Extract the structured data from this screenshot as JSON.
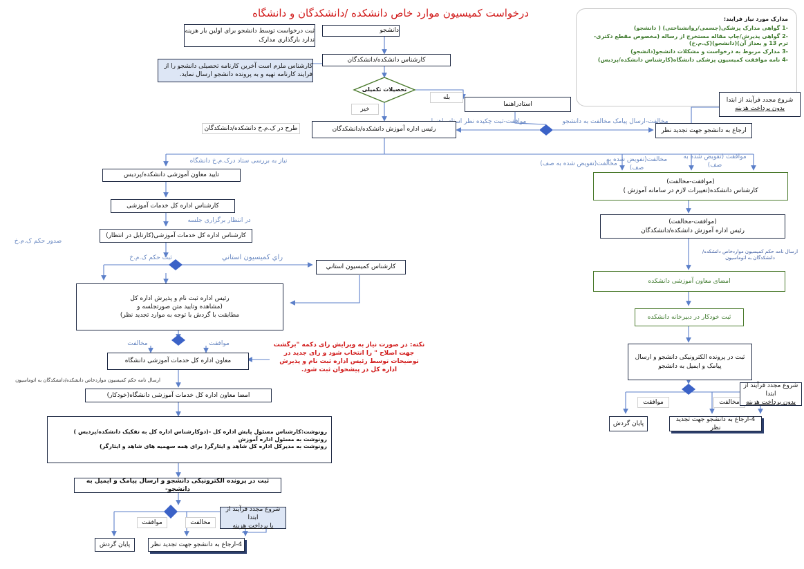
{
  "title": "درخواست کمیسیون موارد خاص دانشکده /دانشکدگان و دانشگاه",
  "colors": {
    "title": "#d11b1b",
    "flow_border": "#1f2a44",
    "green": "#3f7a2e",
    "label_blue": "#6a89c2",
    "diamond": "#3b62c7",
    "arrow": "#5b7fc9"
  },
  "docs_panel": {
    "heading": "مدارک مورد نیاز فرایند:",
    "items": [
      "-1    گواهی مدارک پزشکی(جسمی/روانشناختی) ( دانشجو)",
      "-2    گواهی پذیرش/چاپ مقاله مستخرج از رساله (مخصوص مقطع دکتری-ترم 13 و بعداز آن)(دانشجو)(ک.م.خ)",
      "-3    مدارک مربوط به درخواست و مشکلات دانشجو(دانشجو)",
      "-4    نامه موافقت کمیسیون پزشکی دانشگاه(کارشناس دانشکده/پردیس)"
    ]
  },
  "nodes": {
    "student": "دانشجو",
    "register_note": "ثبت درخواست توسط دانشجو برای اولین بار هزینه ندارد بارگذاری مدارک",
    "faculty_expert": "کارشناس دانشکده/دانشکدگان",
    "transcript_note": "کارشناس ملزم است آخرین کارنامه تحصیلی دانشجو را از فرایند کارنامه تهیه و به پرونده دانشجو ارسال نماید.",
    "grad_question": "تحصیلات تکمیلی",
    "yes": "بله",
    "no": "خیر",
    "advisor": "استادراهنما",
    "restart_fee": "شروع مجدد فرآیند از ابتدا",
    "no_fee": "بدون پرداخت هزینه",
    "with_fee": "با پرداخت هزینه",
    "advisor_action": "مخالفت-ارسال پیامک مخالفت  به دانشجو",
    "advisor_agree": "موافقت-ثبت چکیده نظر استاد راهنما",
    "return_review": "ارجاع به دانشجو جهت تجدید نظر",
    "plan_committee": "طرح در ک.م.خ دانشکده/دانشکدگان",
    "edu_head": "رئیس اداره آموزش دانشکده/دانشکدگان",
    "need_review": "نیاز به  بررسی ستاد درک.م.خ دانشگاه",
    "agree_deleg": "موافقت (تفویض شده به صف)",
    "disagree_deleg": "مخالفت(تفویض شده به صف)",
    "deputy_approve": "تایید معاون آموزشی دانشکده/پردیس",
    "gen_edu_expert": "کارشناس اداره کل خدمات آموزشی",
    "await_meeting": "در انتظار برگزاری جلسه",
    "cartable_wait": "کارشناس اداره کل خدمات آموزشی(کارتابل در انتظار)",
    "issue_verdict": "صدور حکم ک.م.خ",
    "register_verdict": "ثبت  حکم ک.م.خ",
    "provincial_vote": "راي كميسيون استاني",
    "provincial_expert": "كارشناس كميسيون استاني",
    "reg_head_l1": "رئیس اداره ثبت نام و پذیرش اداره کل",
    "reg_head_l2": "(مشاهده وتایید متن صورتجلسه و",
    "reg_head_l3": "مطابقت با گردش با توجه به موارد تجدید نظر)",
    "disagree": "مخالفت",
    "agree": "موافقت",
    "red_note": "نکته: در صورت نیاز به ویرایش رای دکمه \"برگشت جهت اصلاح \" را انتخاب   شود و رای جدید در توضیحات  توسط رئیس اداره ثبت نام و پذیرش اداره کل در پیشخوان ثبت شود.",
    "gen_deputy": "معاون اداره کل خدمات آموزشی دانشگاه",
    "send_letter_left": "ارسال نامه حکم کمیسیون مواردخاص دانشکده/دانشکدگان به اتوماسیون",
    "sign_gen_deputy": "امضا معاون اداره کل خدمات آموزشی دانشگاه(خودکار)",
    "cc_l1": "رونوشت:کارشناس مسئول پایش اداره کل -(دوکارشناس  اداره کل به تفکیک دانشکده/پردیس )",
    "cc_l2": "رونوشت به مسئول اداره آموزش",
    "cc_l3": "رونوشت  به مدیرکل اداره کل شاهد و ایثارگر( برای  همه سهمیه های شاهد و ایثارگر)",
    "efile_left": "ثبت در پرونده الکترونیکی دانشجو و ارسال پیامک و ایمیل به دانشجو-",
    "end": "پایان گردش",
    "return4": "4-ارجاع به دانشجو جهت تجدید نظر",
    "r_agree_disagree": "(موافقت-مخالفت)",
    "r_faculty_expert": "کارشناس دانشکده(تغییرات لازم در سامانه آموزش )",
    "r_edu_head": "رئیس اداره آموزش دانشکده/دانشکدگان",
    "r_send_letter": "ارسال نامه حکم کمیسیون مواردخاص دانشکده/دانشکدگان به اتوماسیون",
    "r_sign_deputy": "امضای معاون آموزشی دانشکده",
    "r_auto_secretariat": "ثبت خودکار در دبیرخانه دانشکده",
    "r_efile": "ثبت در پرونده الکترونیکی دانشجو و ارسال پیامک و ایمیل به دانشجو"
  }
}
